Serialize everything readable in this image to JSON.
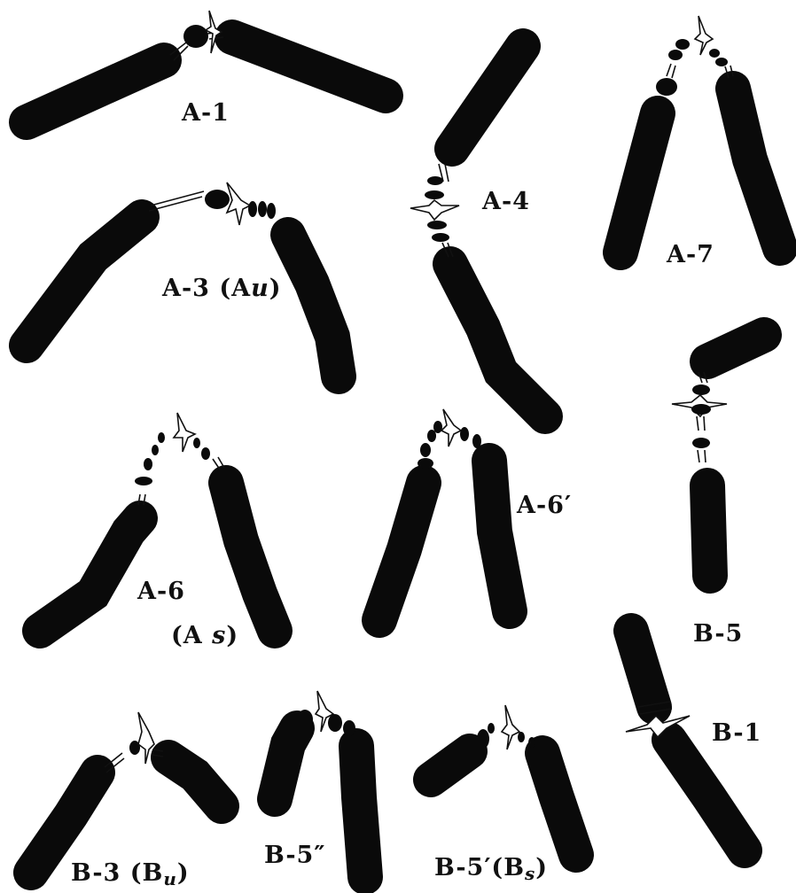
{
  "figure": {
    "labels": {
      "a1": "A-1",
      "a3": "A-3 (A",
      "a3_sub": "u",
      "a3_close": ")",
      "a4": "A-4",
      "a7": "A-7",
      "a6": "A-6",
      "a6_paren": "(A",
      "a6_sub": "s",
      "a6_close": ")",
      "a6p": "A-6′",
      "b5": "B-5",
      "b1": "B-1",
      "b3": "B-3 (B",
      "b3_sub": "u",
      "b3_close": ")",
      "b5pp": "B-5″",
      "b5p": "B-5′(B",
      "b5p_sub": "s",
      "b5p_close": ")"
    }
  }
}
